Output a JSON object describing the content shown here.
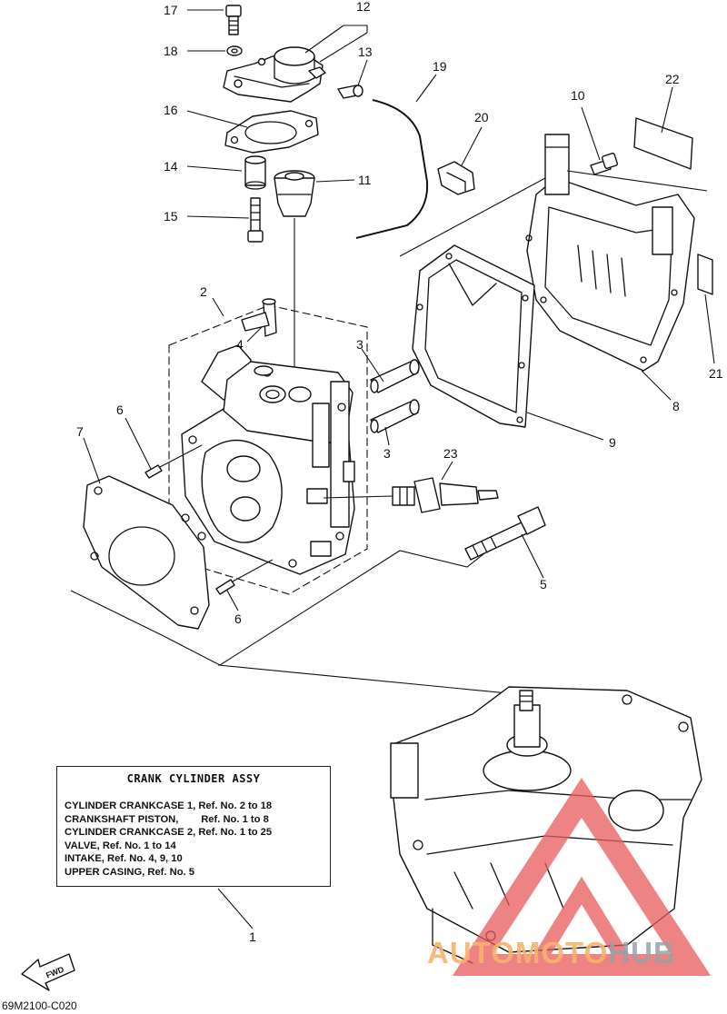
{
  "callouts": [
    {
      "id": "c17",
      "text": "17"
    },
    {
      "id": "c12",
      "text": "12"
    },
    {
      "id": "c18",
      "text": "18"
    },
    {
      "id": "c13",
      "text": "13"
    },
    {
      "id": "c19",
      "text": "19"
    },
    {
      "id": "c16",
      "text": "16"
    },
    {
      "id": "c20",
      "text": "20"
    },
    {
      "id": "c10",
      "text": "10"
    },
    {
      "id": "c22",
      "text": "22"
    },
    {
      "id": "c14",
      "text": "14"
    },
    {
      "id": "c11",
      "text": "11"
    },
    {
      "id": "c15",
      "text": "15"
    },
    {
      "id": "c2",
      "text": "2"
    },
    {
      "id": "c4",
      "text": "4"
    },
    {
      "id": "c3a",
      "text": "3"
    },
    {
      "id": "c21",
      "text": "21"
    },
    {
      "id": "c8",
      "text": "8"
    },
    {
      "id": "c6a",
      "text": "6"
    },
    {
      "id": "c7",
      "text": "7"
    },
    {
      "id": "c3b",
      "text": "3"
    },
    {
      "id": "c9",
      "text": "9"
    },
    {
      "id": "c23",
      "text": "23"
    },
    {
      "id": "c5",
      "text": "5"
    },
    {
      "id": "c6b",
      "text": "6"
    },
    {
      "id": "c1",
      "text": "1"
    }
  ],
  "label": {
    "title": "CRANK CYLINDER ASSY",
    "lines": [
      "CYLINDER CRANKCASE 1, Ref. No. 2 to 18",
      "CRANKSHAFT PISTON,        Ref. No. 1 to 8",
      "CYLINDER CRANKCASE 2, Ref. No. 1 to 25",
      "VALVE, Ref. No. 1 to 14",
      "INTAKE, Ref. No. 4, 9, 10",
      "UPPER CASING, Ref. No. 5"
    ]
  },
  "fwd_label": "FWD",
  "diagram_code": "69M2100-C020",
  "watermark": {
    "part1": "AUTOMOTO",
    "part2": "HUB",
    "colors": {
      "part1": "#f7b36a",
      "part2": "#9aa0a6",
      "logo": "#e85a5a"
    }
  }
}
